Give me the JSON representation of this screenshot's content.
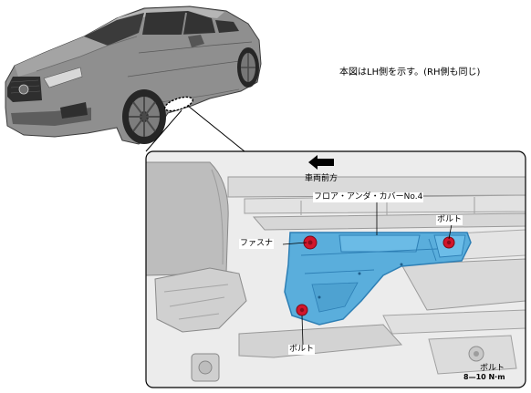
{
  "note": "本図はLH側を示す。(RH側も同じ)",
  "direction_label": "車両前方",
  "labels": {
    "floor_cover": "フロア・アンダ・カバーNo.4",
    "fastener": "ファスナ",
    "bolt_top": "ボルト",
    "bolt_bottom": "ボルト",
    "bolt_torque_label": "ボルト",
    "torque": "8—10 N·m"
  },
  "colors": {
    "cover_fill": "#5aaedc",
    "cover_stroke": "#2d7fb5",
    "fastener_red": "#d2162c",
    "bg_gray": "#e6e6e6"
  }
}
